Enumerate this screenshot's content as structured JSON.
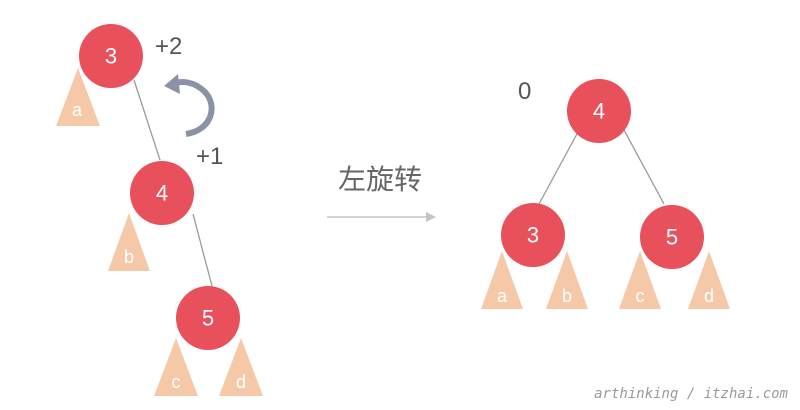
{
  "colors": {
    "node": "#e8505b",
    "subtree": "#f5c9a8",
    "edge": "#9a9a9a",
    "arrow": "#8a93a5",
    "text": "#555555"
  },
  "before": {
    "nodes": {
      "root": "3",
      "middle": "4",
      "bottom": "5"
    },
    "subtrees": {
      "a": "a",
      "b": "b",
      "c": "c",
      "d": "d"
    },
    "balance": {
      "root": "+2",
      "middle": "+1"
    },
    "arrow_icon": "rotate-counterclockwise-icon"
  },
  "operation": {
    "label": "左旋转",
    "arrow_icon": "right-arrow-icon"
  },
  "after": {
    "nodes": {
      "root": "4",
      "left": "3",
      "right": "5"
    },
    "subtrees": {
      "a": "a",
      "b": "b",
      "c": "c",
      "d": "d"
    },
    "balance": {
      "root": "0"
    }
  },
  "watermark": "arthinking / itzhai.com"
}
